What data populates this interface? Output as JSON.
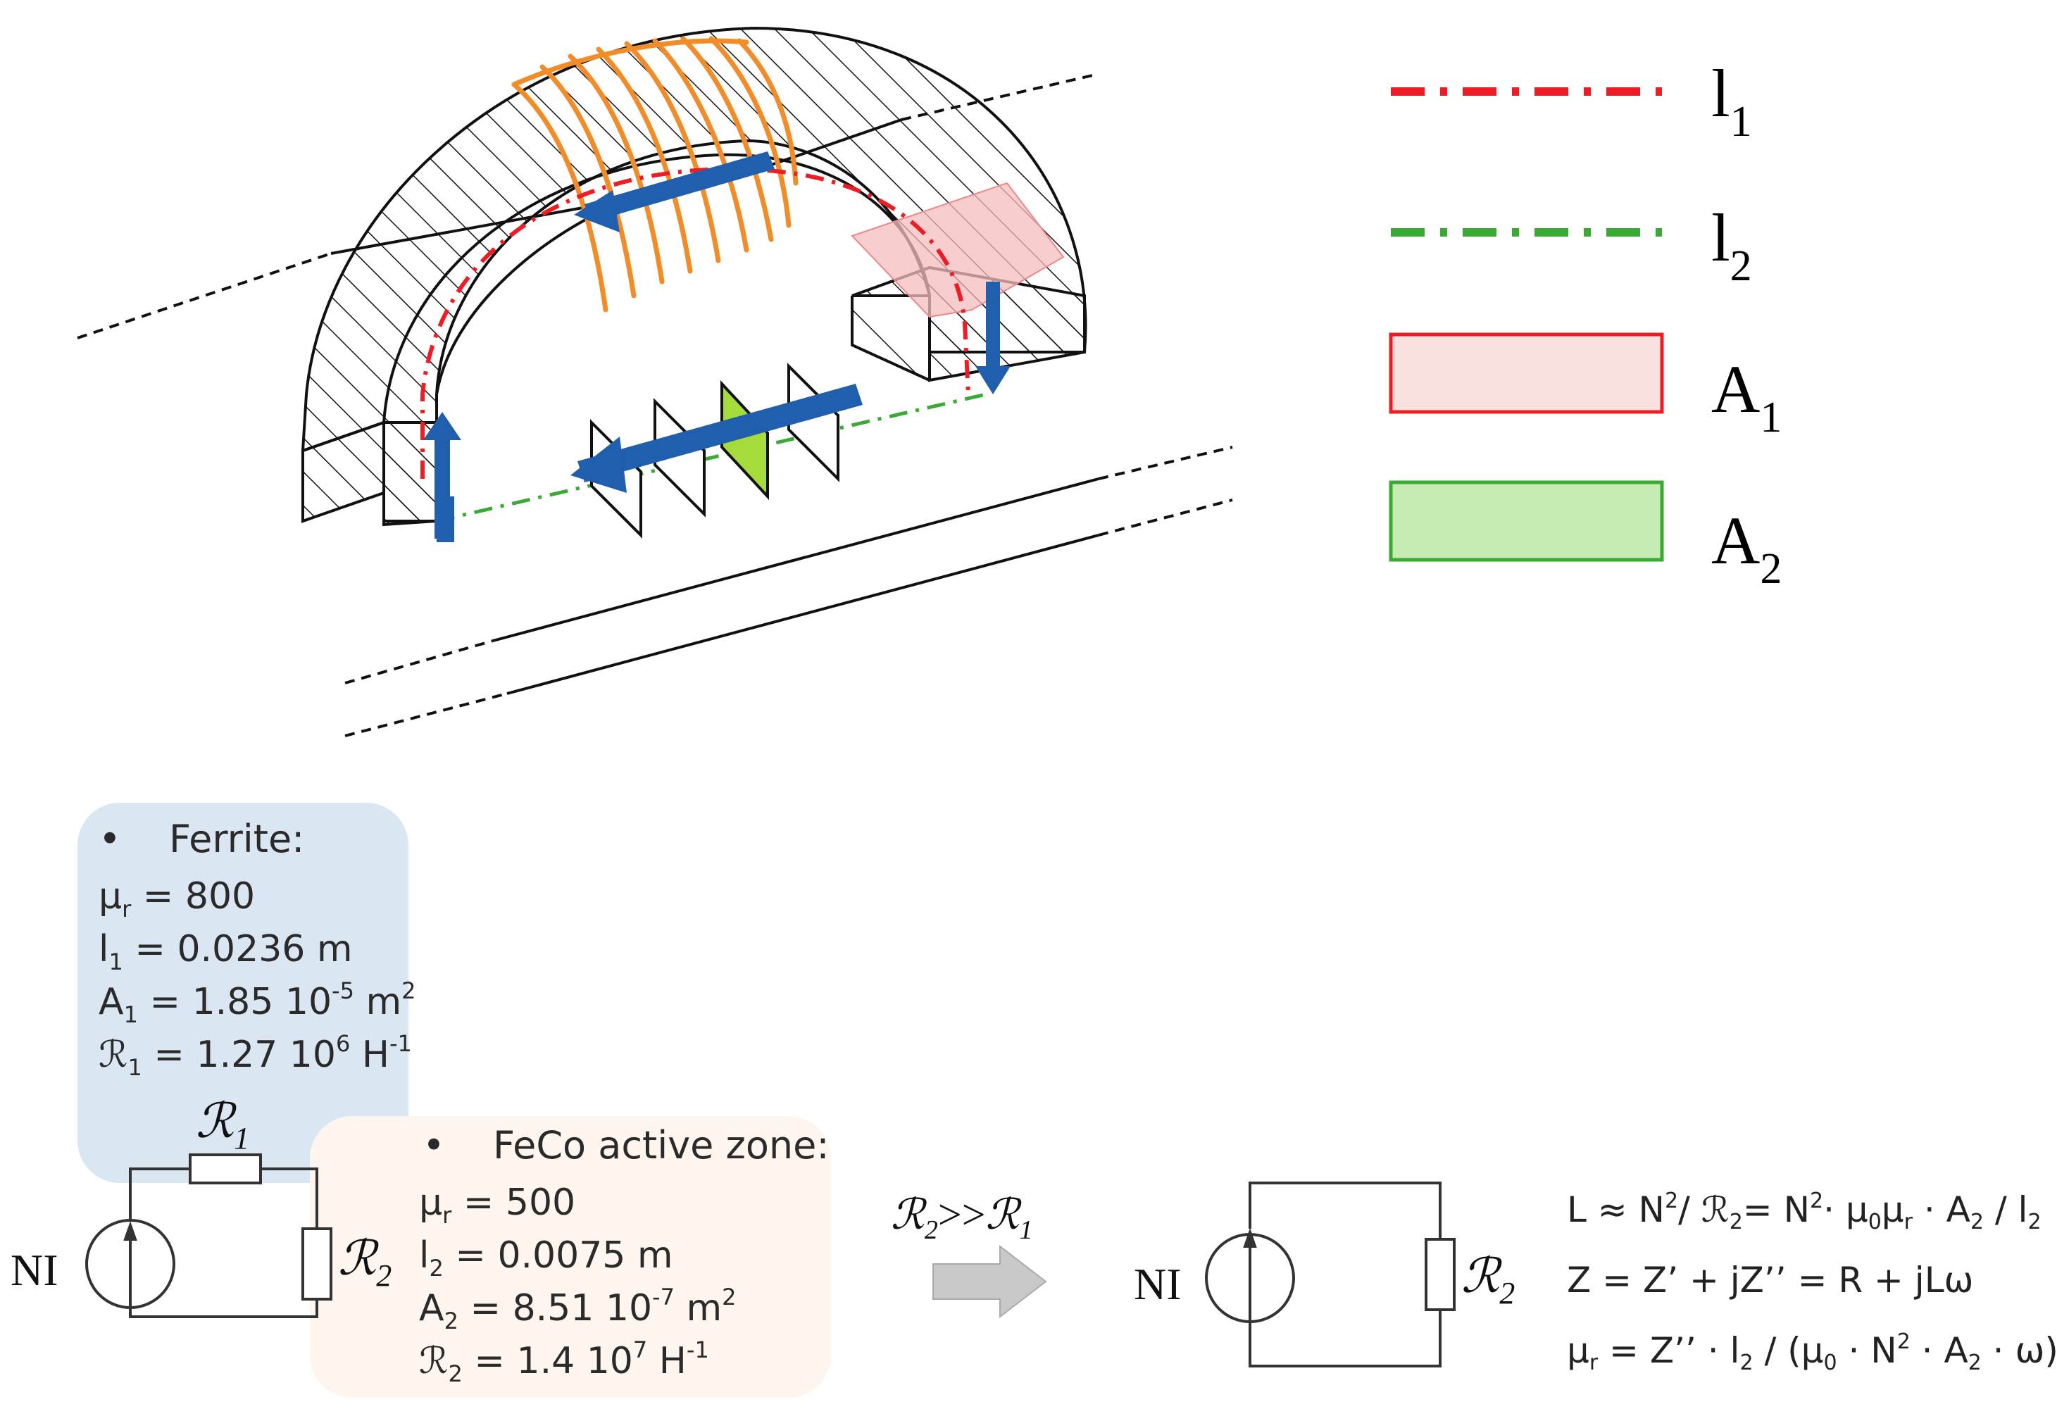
{
  "legend": [
    {
      "symbol": "l",
      "subscript": "1",
      "kind": "line",
      "color": "#ee1c24",
      "style": "dash-dot"
    },
    {
      "symbol": "l",
      "subscript": "2",
      "kind": "line",
      "color": "#3aaa35",
      "style": "dash-dot"
    },
    {
      "symbol": "A",
      "subscript": "1",
      "kind": "area",
      "fill": "#fbe0e0",
      "stroke": "#ee1c24"
    },
    {
      "symbol": "A",
      "subscript": "2",
      "kind": "area",
      "fill": "#c6ecb4",
      "stroke": "#3aaa35"
    }
  ],
  "colors": {
    "core_hatch": "#111111",
    "coil": "#f28c28",
    "flux_arrow": "#1f5fad",
    "ferrite_box": "#dbe6f3",
    "feco_box": "#fdf5ee",
    "shift_arrow": "#c8c8c8"
  },
  "ferrite": {
    "bullet": "•",
    "heading": "Ferrite:",
    "mu_sym": "μ",
    "mu_sub": "r",
    "mu_val": " = 800",
    "l_sym": "l",
    "l_sub": "1",
    "l_val": " = 0.0236 m",
    "a_sym": "A",
    "a_sub": "1",
    "a_val": " = 1.85 10",
    "a_exp": "-5",
    "a_unit": " m",
    "a_unit_exp": "2",
    "r_sym": "ℛ",
    "r_sub": "1",
    "r_val": " = 1.27 10",
    "r_exp": "6",
    "r_unit": " H",
    "r_unit_exp": "-1"
  },
  "feco": {
    "bullet": "•",
    "heading": "FeCo active zone:",
    "mu_sym": "μ",
    "mu_sub": "r",
    "mu_val": " = 500",
    "l_sym": "l",
    "l_sub": "2",
    "l_val": " = 0.0075 m",
    "a_sym": "A",
    "a_sub": "2",
    "a_val": " = 8.51 10",
    "a_exp": "-7",
    "a_unit": " m",
    "a_unit_exp": "2",
    "r_sym": "ℛ",
    "r_sub": "2",
    "r_val": " = 1.4 10",
    "r_exp": "7",
    "r_unit": " H",
    "r_unit_exp": "-1"
  },
  "circuit_left": {
    "source": "NI",
    "r1_sym": "ℛ",
    "r1_sub": "1",
    "r2_sym": "ℛ",
    "r2_sub": "2"
  },
  "condition": {
    "lhs_sym": "ℛ",
    "lhs_sub": "2",
    "op": ">>",
    "rhs_sym": "ℛ",
    "rhs_sub": "1"
  },
  "circuit_right": {
    "source": "NI",
    "r2_sym": "ℛ",
    "r2_sub": "2"
  },
  "equations": {
    "eq1_a": "L ≈ N",
    "eq1_a_exp": "2",
    "eq1_b": "/ ℛ",
    "eq1_b_sub": "2",
    "eq1_c": "= N",
    "eq1_c_exp": "2",
    "eq1_d": "· μ",
    "eq1_d_sub": "0",
    "eq1_e": "μ",
    "eq1_e_sub": "r",
    "eq1_f": " · A",
    "eq1_f_sub": "2",
    "eq1_g": " / l",
    "eq1_g_sub": "2",
    "eq2": "Z = Z’ + jZ’’ = R + jLω",
    "eq3_a": "μ",
    "eq3_a_sub": "r",
    "eq3_b": " = Z’’ · l",
    "eq3_b_sub": "2",
    "eq3_c": " / (μ",
    "eq3_c_sub": "0",
    "eq3_d": " · N",
    "eq3_d_exp": "2",
    "eq3_e": " · A",
    "eq3_e_sub": "2",
    "eq3_f": " · ω)"
  }
}
